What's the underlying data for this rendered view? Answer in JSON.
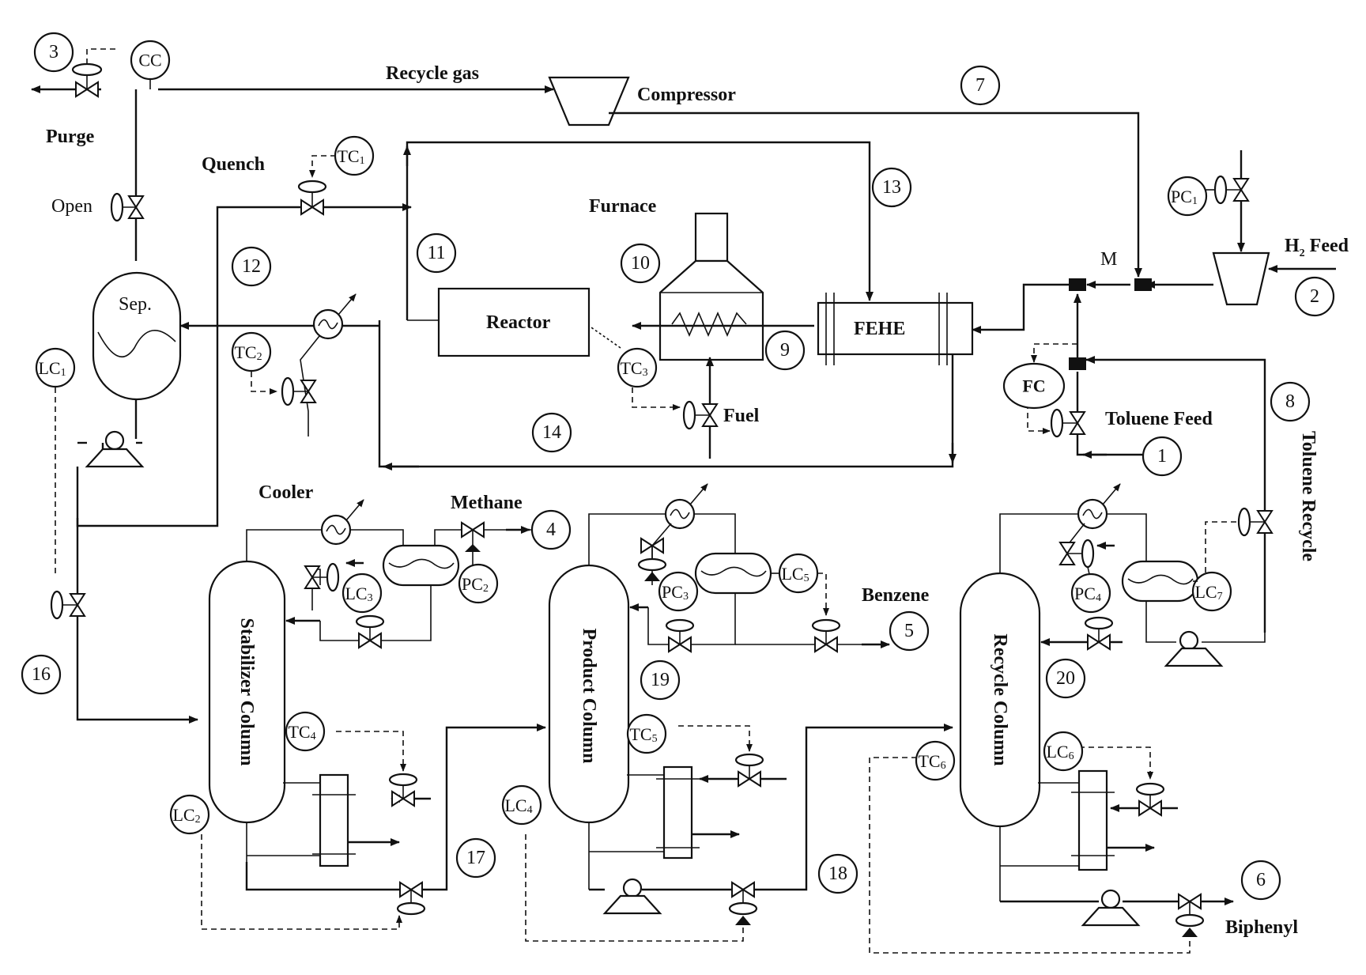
{
  "labels": {
    "purge": "Purge",
    "recycle_gas": "Recycle gas",
    "compressor": "Compressor",
    "quench": "Quench",
    "open": "Open",
    "furnace": "Furnace",
    "reactor": "Reactor",
    "fehe": "FEHE",
    "fuel": "Fuel",
    "h2_feed": "H",
    "h2_feed_sub": "2",
    "h2_feed_suffix": " Feed",
    "toluene_feed": "Toluene Feed",
    "toluene_recycle": "Toluene Recycle",
    "sep": "Sep.",
    "cooler": "Cooler",
    "methane": "Methane",
    "benzene": "Benzene",
    "biphenyl": "Biphenyl",
    "mixer": "M",
    "stabilizer_column": "Stabilizer Column",
    "product_column": "Product Column",
    "recycle_column": "Recycle Column"
  },
  "controllers": {
    "cc": "CC",
    "fc": "FC",
    "tc1": "TC",
    "tc1_sub": "1",
    "tc2": "TC",
    "tc2_sub": "2",
    "tc3": "TC",
    "tc3_sub": "3",
    "tc4": "TC",
    "tc4_sub": "4",
    "tc5": "TC",
    "tc5_sub": "5",
    "tc6": "TC",
    "tc6_sub": "6",
    "pc1": "PC",
    "pc1_sub": "1",
    "pc2": "PC",
    "pc2_sub": "2",
    "pc3": "PC",
    "pc3_sub": "3",
    "pc4": "PC",
    "pc4_sub": "4",
    "lc1": "LC",
    "lc1_sub": "1",
    "lc2": "LC",
    "lc2_sub": "2",
    "lc3": "LC",
    "lc3_sub": "3",
    "lc4": "LC",
    "lc4_sub": "4",
    "lc5": "LC",
    "lc5_sub": "5",
    "lc6": "LC",
    "lc6_sub": "6",
    "lc7": "LC",
    "lc7_sub": "7"
  },
  "streams": {
    "s1": "1",
    "s2": "2",
    "s3": "3",
    "s4": "4",
    "s5": "5",
    "s6": "6",
    "s7": "7",
    "s8": "8",
    "s9": "9",
    "s10": "10",
    "s11": "11",
    "s12": "12",
    "s13": "13",
    "s14": "14",
    "s16": "16",
    "s17": "17",
    "s18": "18",
    "s19": "19",
    "s20": "20"
  }
}
